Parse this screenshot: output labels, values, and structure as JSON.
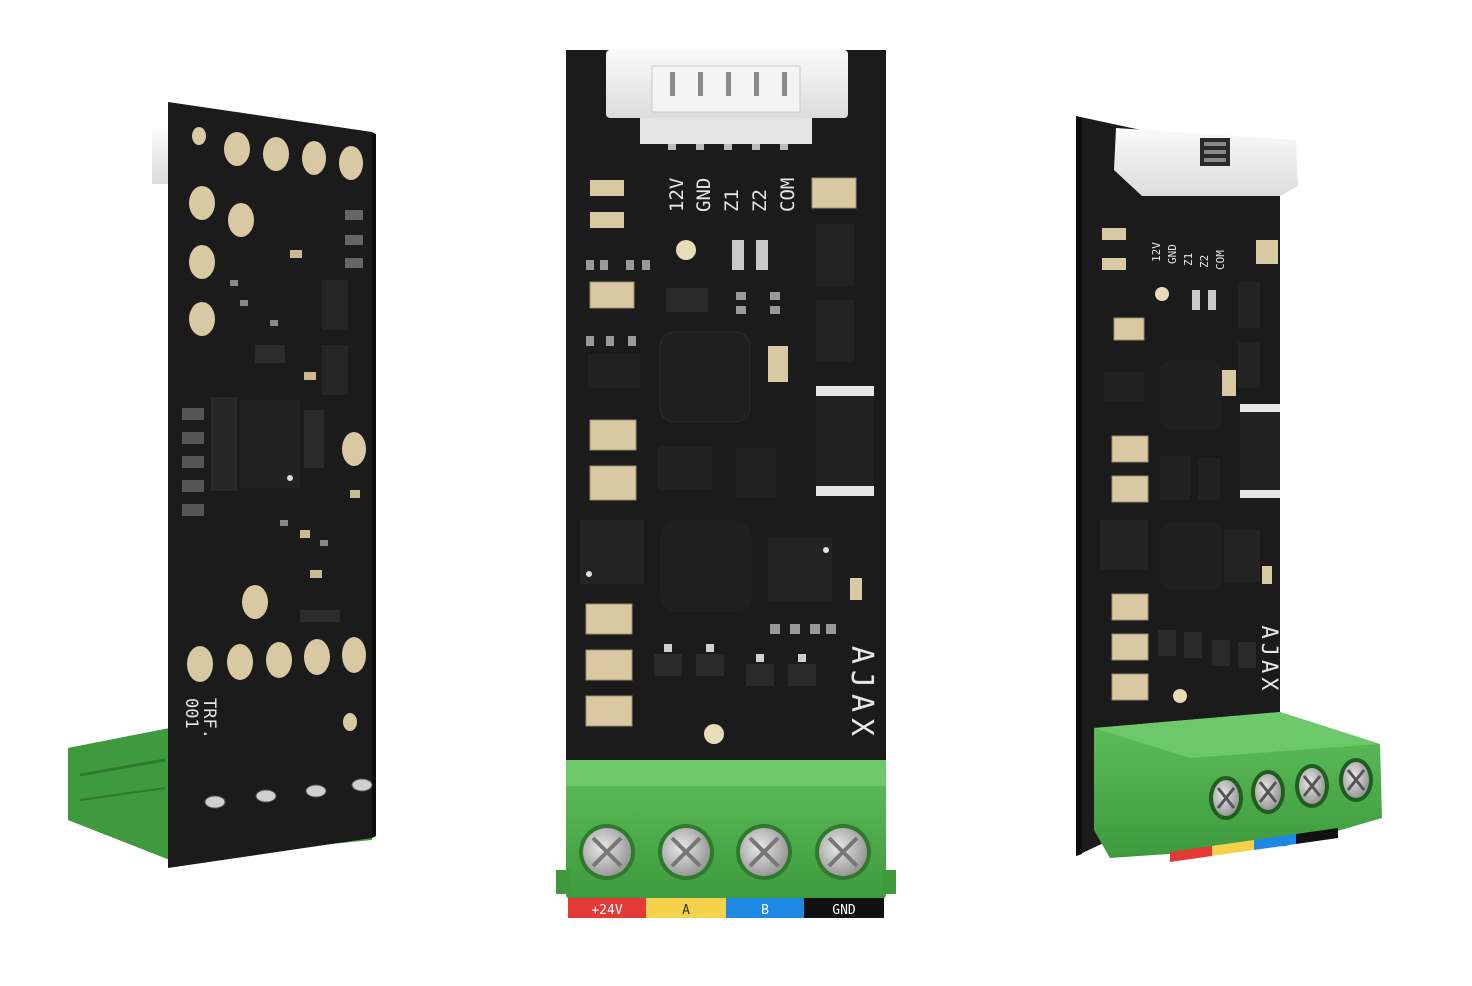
{
  "scene": {
    "subject": "Ajax transmitter module PCBs shown from three angles",
    "colors": {
      "background": "#ffffff",
      "pcb": "#1b1b1b",
      "pad": "#d9c9a3",
      "terminal_green": "#4caf50",
      "connector_white": "#eeeeee",
      "label_red": "#e53935",
      "label_yellow": "#f5d24b",
      "label_blue": "#1e88e5",
      "label_black": "#111111"
    }
  },
  "left_board": {
    "marking_line1": "TRF.",
    "marking_line2": "001"
  },
  "center_board": {
    "connector_labels": [
      "12V",
      "GND",
      "Z1",
      "Z2",
      "COM"
    ],
    "logo": "AJAX",
    "terminal_labels": [
      "+24V",
      "A",
      "B",
      "GND"
    ]
  },
  "right_board": {
    "connector_labels": [
      "12V",
      "GND",
      "Z1",
      "Z2",
      "COM"
    ],
    "logo": "AJAX"
  }
}
